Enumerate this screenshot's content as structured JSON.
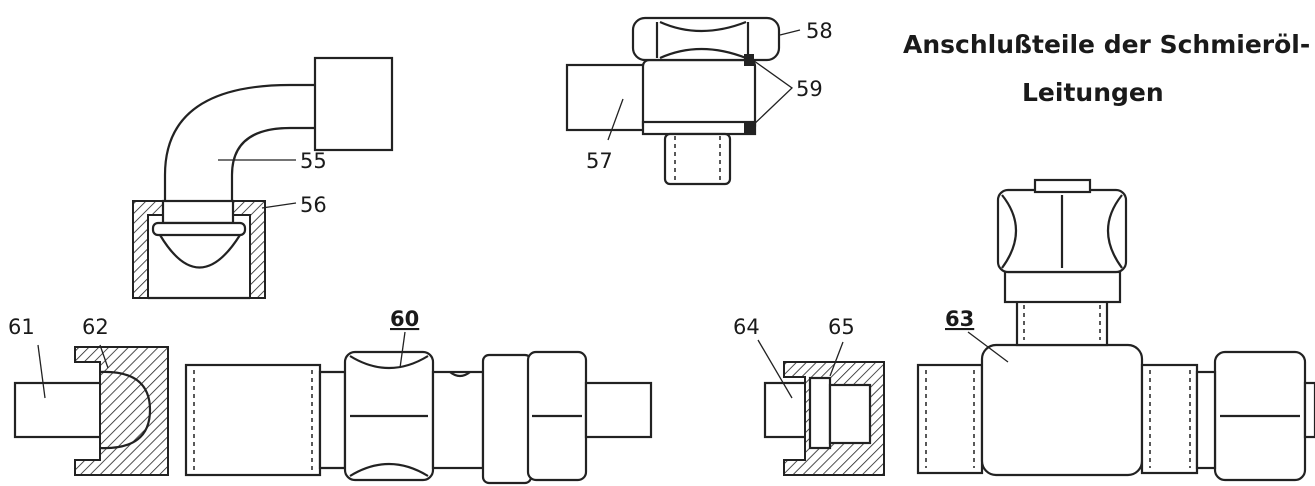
{
  "title": {
    "line1": "Anschlußteile der Schmieröl-",
    "line2": "Leitungen"
  },
  "labels": {
    "l55": "55",
    "l56": "56",
    "l57": "57",
    "l58": "58",
    "l59": "59",
    "l60": "60",
    "l61": "61",
    "l62": "62",
    "l63": "63",
    "l64": "64",
    "l65": "65"
  }
}
